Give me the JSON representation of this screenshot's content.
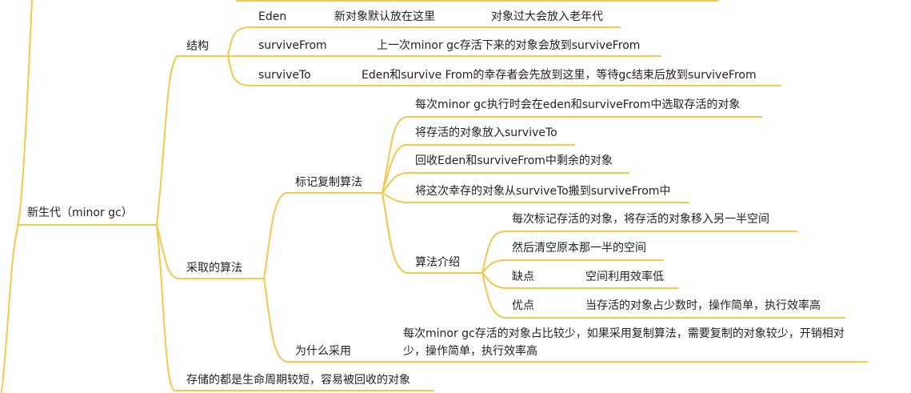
{
  "line_color": "#F2C94C",
  "root": {
    "label": "新生代（minor gc）"
  },
  "structure": {
    "label": "结构",
    "eden": {
      "label": "Eden",
      "detail1": "新对象默认放在这里",
      "detail2": "对象过大会放入老年代"
    },
    "survive_from": {
      "label": "surviveFrom",
      "detail": "上一次minor gc存活下来的对象会放到surviveFrom"
    },
    "survive_to": {
      "label": "surviveTo",
      "detail": "Eden和survive From的幸存者会先放到这里，等待gc结束后放到surviveFrom"
    }
  },
  "algorithm": {
    "label": "采取的算法",
    "mark_copy": {
      "label": "标记复制算法",
      "steps": [
        "每次minor gc执行时会在eden和surviveFrom中选取存活的对象",
        "将存活的对象放入surviveTo",
        "回收Eden和surviveFrom中剩余的对象",
        "将这次幸存的对象从surviveTo搬到surviveFrom中"
      ],
      "intro": {
        "label": "算法介绍",
        "step1": "每次标记存活的对象，将存活的对象移入另一半空间",
        "step2": "然后清空原本那一半的空间",
        "cons": {
          "label": "缺点",
          "value": "空间利用效率低"
        },
        "pros": {
          "label": "优点",
          "value": "当存活的对象占少数时，操作简单，执行效率高"
        }
      }
    },
    "why": {
      "label": "为什么采用",
      "reason": "每次minor gc存活的对象占比较少，如果采用复制算法，需要复制的对象较少，开销相对少，操作简单，执行效率高"
    }
  },
  "lifecycle": {
    "label": "存储的都是生命周期较短，容易被回收的对象"
  }
}
